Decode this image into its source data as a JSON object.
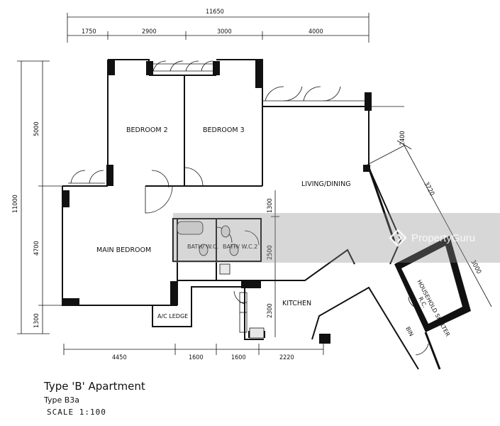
{
  "dimensions": {
    "top_total": "11650",
    "top_segments": [
      "1750",
      "2900",
      "3000",
      "4000"
    ],
    "left_total": "11000",
    "left_segments": [
      "5000",
      "4700",
      "1300"
    ],
    "bottom_segments": [
      "4450",
      "1600",
      "1600",
      "2220"
    ],
    "inner_vertical": [
      "1300",
      "2500",
      "2300"
    ],
    "diagonal": [
      "2400",
      "3720",
      "3000"
    ]
  },
  "rooms": {
    "bedroom2": "BEDROOM 2",
    "bedroom3": "BEDROOM 3",
    "main_bedroom": "MAIN BEDROOM",
    "living_dining": "LIVING/DINING",
    "kitchen": "KITCHEN",
    "bath_wc_1": "BATH/ W.C.",
    "bath_wc_2": "BATH/ W.C.2",
    "ac_ledge": "A/C LEDGE",
    "household_shelter": "HOUSEHOLD SHELTER",
    "store": "R.C.",
    "bin": "BIN"
  },
  "caption": {
    "title": "Type 'B' Apartment",
    "subtitle": "Type B3a",
    "scale": "SCALE  1:100"
  },
  "watermark": {
    "brand": "PropertyGuru"
  }
}
